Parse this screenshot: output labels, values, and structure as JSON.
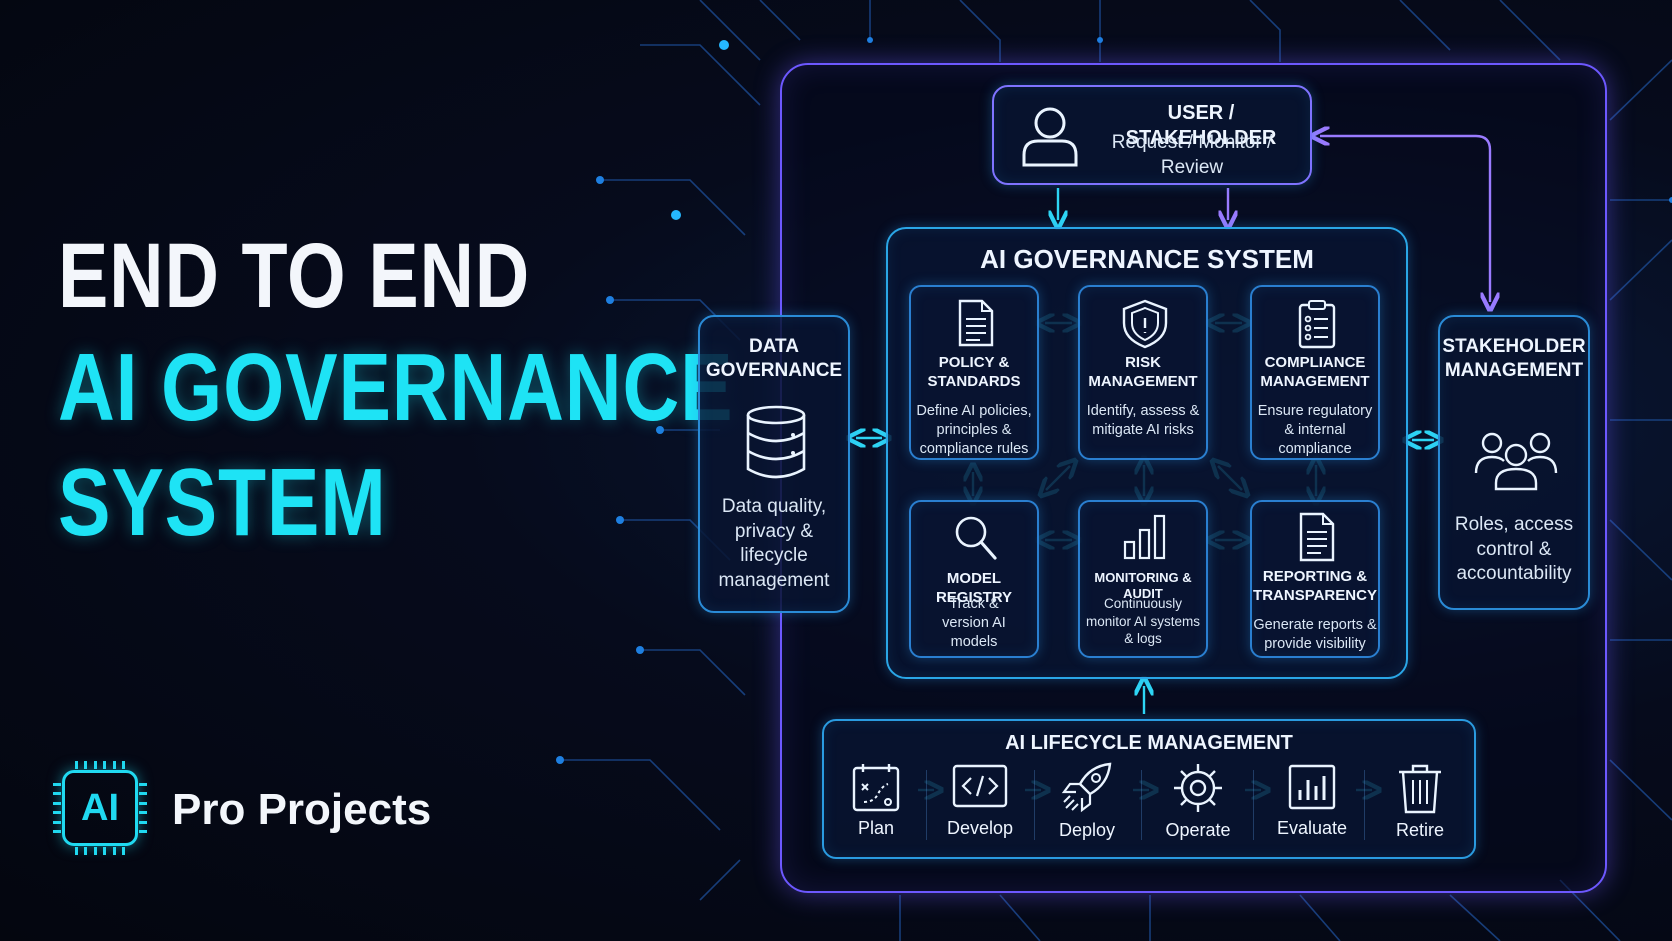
{
  "headline": {
    "line1": "END TO END",
    "line2": "AI GOVERNANCE",
    "line3": "SYSTEM"
  },
  "logo": {
    "chip_text": "AI",
    "brand": "Pro Projects"
  },
  "colors": {
    "accent_cyan": "#1ee3f5",
    "accent_purple": "#6d58ff",
    "box_border": "#2a8bd6"
  },
  "user": {
    "title": "USER / STAKEHOLDER",
    "desc": "Request / Monitor / Review",
    "icon": "user-icon"
  },
  "governance": {
    "title": "AI GOVERNANCE SYSTEM",
    "modules": [
      {
        "id": "policy",
        "icon": "document-icon",
        "title": "POLICY & STANDARDS",
        "desc": "Define AI policies, principles & compliance rules"
      },
      {
        "id": "risk",
        "icon": "shield-icon",
        "title": "RISK MANAGEMENT",
        "desc": "Identify, assess & mitigate AI risks"
      },
      {
        "id": "compliance",
        "icon": "clipboard-icon",
        "title": "COMPLIANCE MANAGEMENT",
        "desc": "Ensure regulatory & internal compliance"
      },
      {
        "id": "registry",
        "icon": "search-icon",
        "title": "MODEL REGISTRY",
        "desc": "Track & version AI models"
      },
      {
        "id": "monitoring",
        "icon": "bar-chart-icon",
        "title": "MONITORING & AUDIT",
        "desc": "Continuously monitor AI systems & logs"
      },
      {
        "id": "reporting",
        "icon": "report-icon",
        "title": "REPORTING & TRANSPARENCY",
        "desc": "Generate reports & provide visibility"
      }
    ]
  },
  "data_governance": {
    "title": "DATA GOVERNANCE",
    "desc": "Data quality, privacy & lifecycle management",
    "icon": "database-icon"
  },
  "stakeholder_mgmt": {
    "title": "STAKEHOLDER MANAGEMENT",
    "desc": "Roles, access control & accountability",
    "icon": "people-icon"
  },
  "lifecycle": {
    "title": "AI LIFECYCLE MANAGEMENT",
    "stages": [
      {
        "label": "Plan",
        "icon": "plan-icon"
      },
      {
        "label": "Develop",
        "icon": "code-icon"
      },
      {
        "label": "Deploy",
        "icon": "rocket-icon"
      },
      {
        "label": "Operate",
        "icon": "gear-icon"
      },
      {
        "label": "Evaluate",
        "icon": "evaluate-icon"
      },
      {
        "label": "Retire",
        "icon": "trash-icon"
      }
    ]
  }
}
